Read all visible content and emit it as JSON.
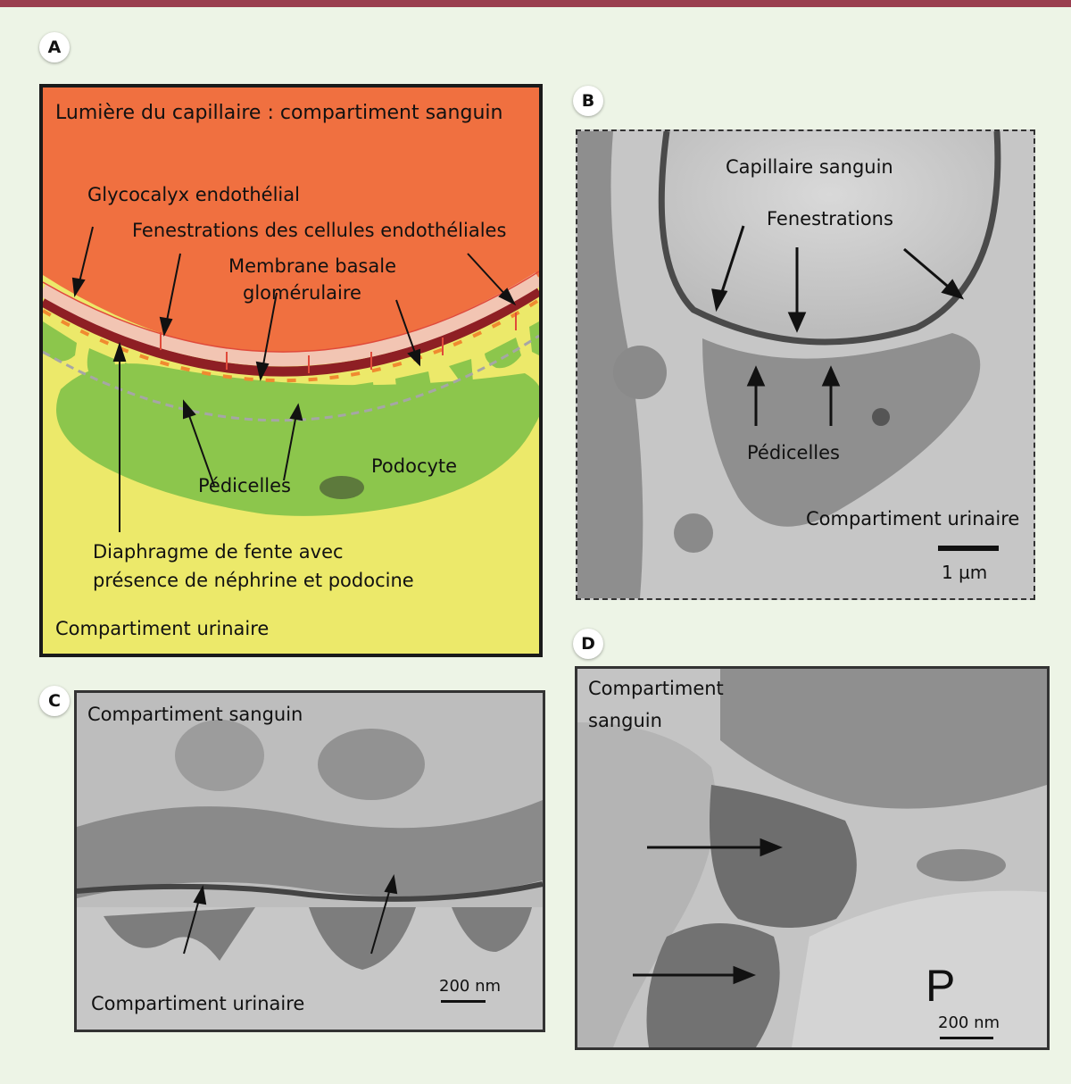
{
  "panel_a": {
    "badge": "A",
    "lumen": "Lumière du capillaire : compartiment sanguin",
    "glycocalyx": "Glycocalyx endothélial",
    "fenestrations": "Fenestrations des cellules endothéliales",
    "membrane_line1": "Membrane basale",
    "membrane_line2": "glomérulaire",
    "pedicelles": "Pédicelles",
    "podocyte": "Podocyte",
    "diaphragme_line1": "Diaphragme de fente avec",
    "diaphragme_line2": "présence de néphrine et podocine",
    "urinaire": "Compartiment urinaire",
    "colors": {
      "blood": "#f07040",
      "urine": "#ece96a",
      "podocyte": "#8cc64c",
      "membrane": "#8e1f24",
      "endothelium": "#f2c5b3"
    }
  },
  "panel_b": {
    "badge": "B",
    "capillaire": "Capillaire sanguin",
    "fenestrations": "Fenestrations",
    "pedicelles": "Pédicelles",
    "urinaire": "Compartiment urinaire",
    "scale": "1 µm"
  },
  "panel_c": {
    "badge": "C",
    "sanguin": "Compartiment sanguin",
    "urinaire": "Compartiment urinaire",
    "scale": "200 nm"
  },
  "panel_d": {
    "badge": "D",
    "sanguin_line1": "Compartiment",
    "sanguin_line2": "sanguin",
    "p_label": "P",
    "scale": "200 nm"
  }
}
